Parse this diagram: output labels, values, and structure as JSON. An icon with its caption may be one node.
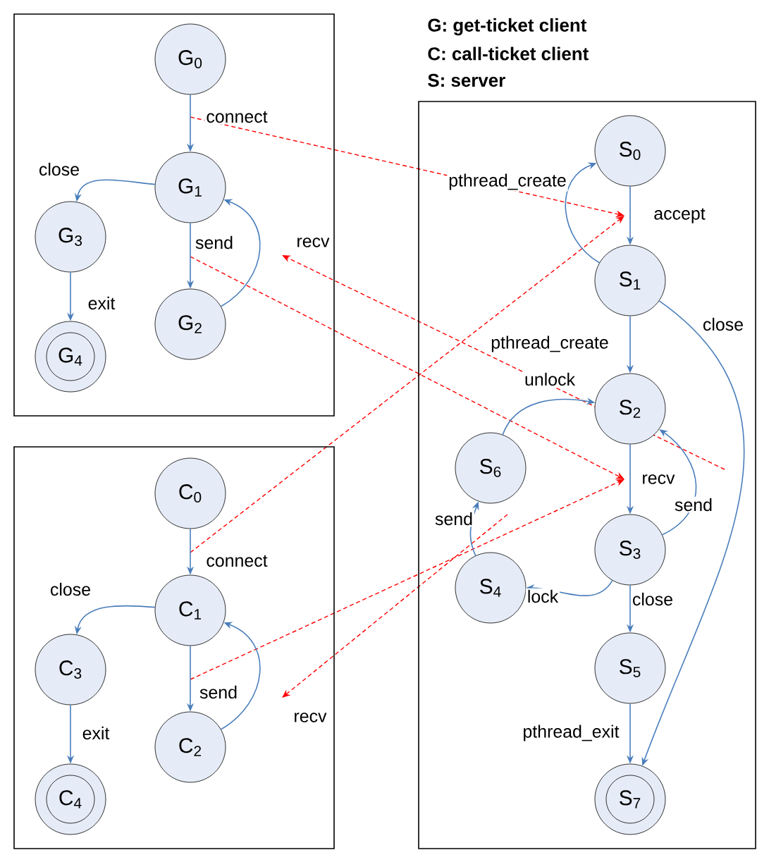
{
  "diagram": {
    "nodes": [
      {
        "text": [],
        "shape": "box"
      },
      {
        "text": [
          "G$_{0}$"
        ],
        "in": 0
      },
      {
        "text": [
          "G$_{1}$"
        ],
        "in": 0
      },
      {
        "text": [
          "G$_{3}$"
        ],
        "in": 0
      },
      {
        "text": [
          "G$_{2}$"
        ],
        "in": 0
      },
      {
        "text": [
          "G$_{4}$"
        ],
        "in": 0
      },
      {
        "text": [],
        "shape": "box"
      },
      {
        "text": [
          "C$_{0}$"
        ],
        "in": 6
      },
      {
        "text": [
          "C$_{1}$"
        ],
        "in": 6
      },
      {
        "text": [
          "C$_{3}$"
        ],
        "in": 6
      },
      {
        "text": [
          "C$_{2}$"
        ],
        "in": 6
      },
      {
        "text": [
          "C$_{4}$"
        ],
        "in": 6
      },
      {
        "text": [],
        "shape": "box"
      },
      {
        "text": [
          "S$_{0}$"
        ],
        "in": 12
      },
      {
        "text": [
          "S$_{1}$"
        ],
        "in": 12
      },
      {
        "text": [
          "S$_{2}$"
        ],
        "in": 12
      },
      {
        "text": [
          "S$_{6}$"
        ],
        "in": 12
      },
      {
        "text": [
          "S$_{3}$"
        ],
        "in": 12
      },
      {
        "text": [
          "S$_{4}$"
        ],
        "in": 12
      },
      {
        "text": [
          "S$_{5}$"
        ],
        "in": 12
      },
      {
        "text": [
          "S$_{7}$"
        ],
        "in": 12
      }
    ],
    "edges": [
      {
        "from": 1,
        "to": 2,
        "arrow": "to",
        "label": "connect"
      },
      {
        "from": 2,
        "to": 3,
        "arrow": "to",
        "label": "close"
      },
      {
        "from": 2,
        "to": 4,
        "arrow": "to",
        "label": "send"
      },
      {
        "from": 4,
        "to": 2,
        "arrow": "to",
        "label": "recv"
      },
      {
        "from": 3,
        "to": 5,
        "arrow": "to",
        "label": "exit"
      },
      {
        "from": 7,
        "to": 8,
        "arrow": "to",
        "label": "connect"
      },
      {
        "from": 8,
        "to": 9,
        "arrow": "to",
        "label": "close"
      },
      {
        "from": 8,
        "to": 10,
        "arrow": "to",
        "label": "send"
      },
      {
        "from": 10,
        "to": 8,
        "arrow": "to",
        "label": "recv"
      },
      {
        "from": 9,
        "to": 11,
        "arrow": "to",
        "label": "exit"
      },
      {
        "from": 13,
        "to": 14,
        "arrow": "to",
        "label": "accept"
      },
      {
        "from": 14,
        "to": 13,
        "arrow": "to",
        "label": "pthread_create"
      },
      {
        "from": 14,
        "to": 15,
        "arrow": "to",
        "label": "pthread_create"
      },
      {
        "from": 14,
        "to": 20,
        "arrow": "to",
        "label": "close"
      },
      {
        "from": 15,
        "to": 17,
        "arrow": "to",
        "label": "recv"
      },
      {
        "from": 17,
        "to": 15,
        "arrow": "to",
        "label": "send"
      },
      {
        "from": 17,
        "to": 18,
        "arrow": "to",
        "label": "lock"
      },
      {
        "from": 18,
        "to": 16,
        "arrow": "to",
        "label": "send"
      },
      {
        "from": 16,
        "to": 15,
        "arrow": "to",
        "label": "unlock"
      },
      {
        "from": 17,
        "to": 19,
        "arrow": "to",
        "label": "close"
      },
      {
        "from": 19,
        "to": 20,
        "arrow": "to",
        "label": "pthread_exit"
      }
    ],
    "labels": [
      "**G: get-ticket client**",
      "**C: call-ticket client**",
      "**S: server**"
    ]
  }
}
